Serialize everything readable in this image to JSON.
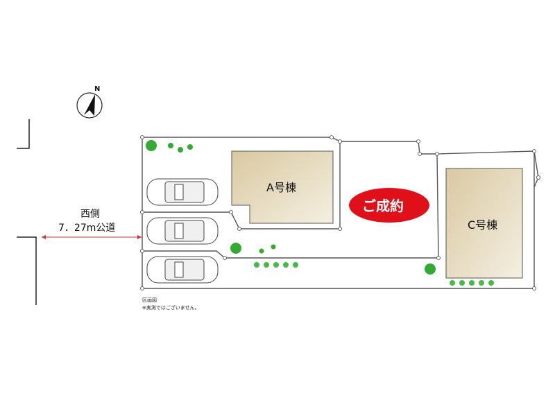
{
  "road": {
    "side": "西側",
    "width_label": "7．27m公道"
  },
  "buildings": {
    "a": {
      "label": "A号棟"
    },
    "c": {
      "label": "C号棟"
    }
  },
  "badge": {
    "text": "ご成約",
    "color": "#e0101a"
  },
  "compass": {
    "label": "N"
  },
  "caption": {
    "title": "区画図",
    "note": "※実測ではございません。"
  },
  "colors": {
    "building_fill": "#e6dcc0",
    "lot_line": "#555555",
    "road_arrow": "#cc3333",
    "tree": "#33aa33"
  }
}
